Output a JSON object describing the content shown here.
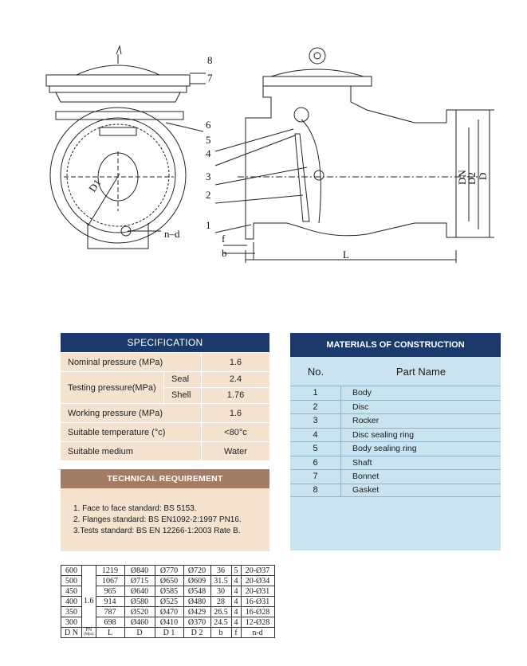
{
  "drawing": {
    "labels": [
      "8",
      "7",
      "6",
      "5",
      "4",
      "3",
      "2",
      "1"
    ],
    "dims": {
      "d1": "D1",
      "nd": "n–d",
      "f": "f",
      "b": "b",
      "L": "L",
      "DN": "DN",
      "D2": "D2",
      "D": "D"
    }
  },
  "specification": {
    "title": "SPECIFICATION",
    "rows": [
      {
        "label": "Nominal pressure (MPa)",
        "value": "1.6"
      },
      {
        "label": "Testing pressure(MPa)",
        "sub": [
          {
            "label": "Seal",
            "value": "2.4"
          },
          {
            "label": "Shell",
            "value": "1.76"
          }
        ]
      },
      {
        "label": "Working pressure (MPa)",
        "value": "1.6"
      },
      {
        "label": "Suitable temperature (°c)",
        "value": "<80°c"
      },
      {
        "label": "Suitable medium",
        "value": "Water"
      }
    ]
  },
  "technical": {
    "title": "TECHNICAL REQUIREMENT",
    "items": [
      "1. Face to face standard: BS 5153.",
      "2. Flanges standard: BS EN1092-2:1997 PN16.",
      "3.Tests standard: BS EN 12266-1:2003 Rate B."
    ]
  },
  "materials": {
    "title": "MATERIALS OF CONSTRUCTION",
    "col_no": "No.",
    "col_name": "Part Name",
    "rows": [
      {
        "no": "1",
        "name": "Body"
      },
      {
        "no": "2",
        "name": "Disc"
      },
      {
        "no": "3",
        "name": "Rocker"
      },
      {
        "no": "4",
        "name": "Disc sealing ring"
      },
      {
        "no": "5",
        "name": "Body sealing ring"
      },
      {
        "no": "6",
        "name": "Shaft"
      },
      {
        "no": "7",
        "name": "Bonnet"
      },
      {
        "no": "8",
        "name": "Gasket"
      }
    ]
  },
  "dimensions": {
    "pn": "1.6",
    "rows": [
      {
        "dn": "600",
        "L": "1219",
        "D": "Ø840",
        "D1": "Ø770",
        "D2": "Ø720",
        "b": "36",
        "f": "5",
        "nd": "20-Ø37"
      },
      {
        "dn": "500",
        "L": "1067",
        "D": "Ø715",
        "D1": "Ø650",
        "D2": "Ø609",
        "b": "31.5",
        "f": "4",
        "nd": "20-Ø34"
      },
      {
        "dn": "450",
        "L": "965",
        "D": "Ø640",
        "D1": "Ø585",
        "D2": "Ø548",
        "b": "30",
        "f": "4",
        "nd": "20-Ø31"
      },
      {
        "dn": "400",
        "L": "914",
        "D": "Ø580",
        "D1": "Ø525",
        "D2": "Ø480",
        "b": "28",
        "f": "4",
        "nd": "16-Ø31"
      },
      {
        "dn": "350",
        "L": "787",
        "D": "Ø520",
        "D1": "Ø470",
        "D2": "Ø429",
        "b": "26.5",
        "f": "4",
        "nd": "16-Ø28"
      },
      {
        "dn": "300",
        "L": "698",
        "D": "Ø460",
        "D1": "Ø410",
        "D2": "Ø370",
        "b": "24.5",
        "f": "4",
        "nd": "12-Ø28"
      }
    ],
    "footer": {
      "dn": "D N",
      "pn": "PN",
      "pn_unit": "(Mpa)",
      "L": "L",
      "D": "D",
      "D1": "D 1",
      "D2": "D 2",
      "b": "b",
      "f": "f",
      "nd": "n-d"
    }
  }
}
